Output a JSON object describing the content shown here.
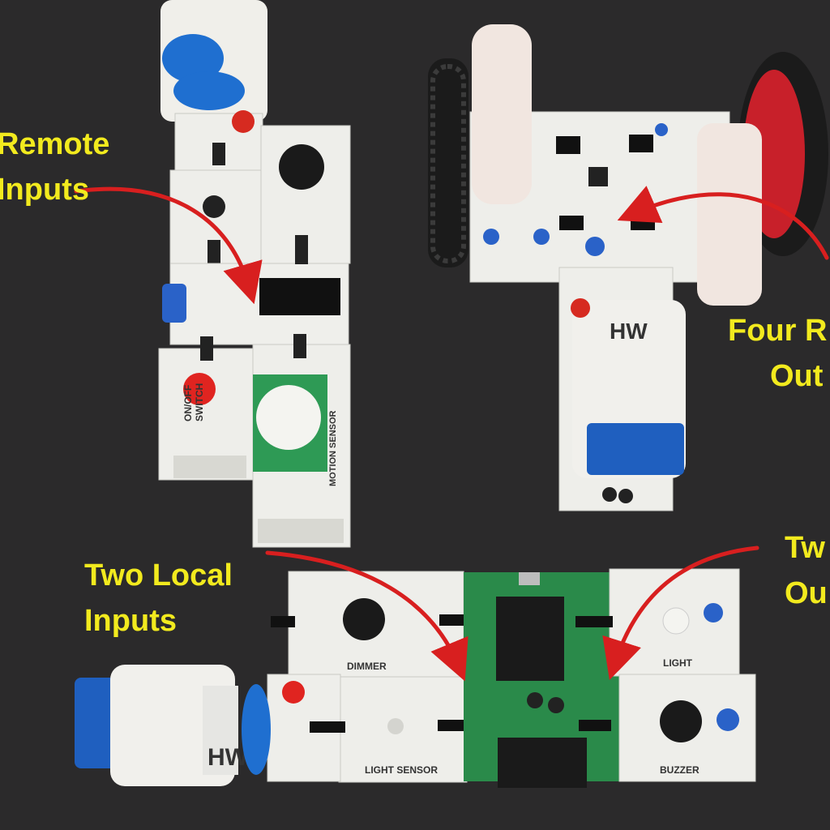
{
  "annotations": {
    "remote_inputs": [
      "Remote",
      "Inputs"
    ],
    "local_inputs": [
      "Two Local",
      "Inputs"
    ],
    "remote_outputs": [
      "Four R",
      "Out"
    ],
    "local_outputs": [
      "Tw",
      "Ou"
    ]
  },
  "module_labels": {
    "dimmer": "DIMMER",
    "light": "LIGHT",
    "light_sensor": "LIGHT SENSOR",
    "buzzer": "BUZZER",
    "motion_sensor": "MOTION SENSOR",
    "on_off_switch": [
      "ON/OFF",
      "SWITCH"
    ]
  },
  "brand_mark": "HW",
  "colors": {
    "background": "#2b2a2b",
    "annotation_text": "#f2ea1e",
    "arrow": "#d81f1f",
    "module_white": "#eeeeea",
    "pcb_green": "#2a8a4a",
    "wheel_red": "#c8202a",
    "battery_blue": "#1f5fbf"
  }
}
